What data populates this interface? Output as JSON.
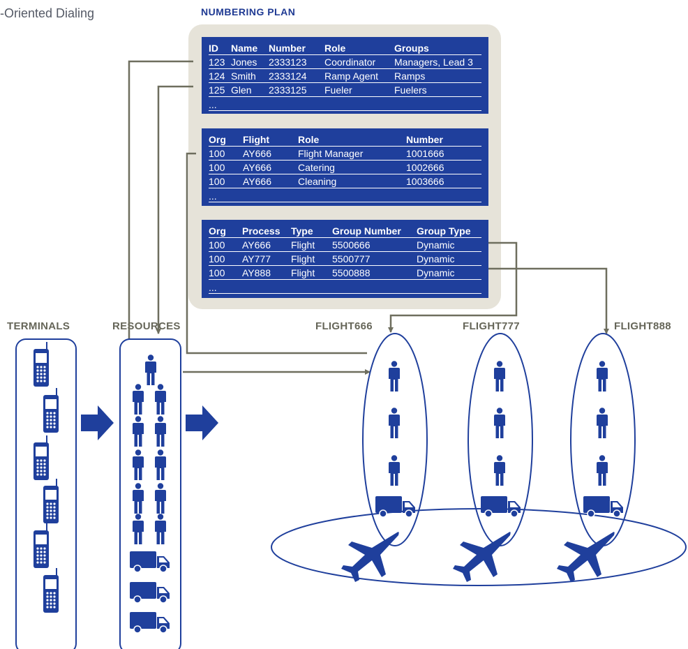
{
  "diagram_title": "-Oriented Dialing",
  "numbering_plan": {
    "title": "NUMBERING PLAN",
    "table1": {
      "columns": [
        "ID",
        "Name",
        "Number",
        "Role",
        "Groups"
      ],
      "rows": [
        [
          "123",
          "Jones",
          "2333123",
          "Coordinator",
          "Managers, Lead 3"
        ],
        [
          "124",
          "Smith",
          "2333124",
          "Ramp Agent",
          "Ramps"
        ],
        [
          "125",
          "Glen",
          "2333125",
          "Fueler",
          "Fuelers"
        ]
      ],
      "more": "..."
    },
    "table2": {
      "columns": [
        "Org",
        "Flight",
        "Role",
        "Number"
      ],
      "rows": [
        [
          "100",
          "AY666",
          "Flight Manager",
          "1001666"
        ],
        [
          "100",
          "AY666",
          "Catering",
          "1002666"
        ],
        [
          "100",
          "AY666",
          "Cleaning",
          "1003666"
        ]
      ],
      "more": "..."
    },
    "table3": {
      "columns": [
        "Org",
        "Process",
        "Type",
        "Group Number",
        "Group Type"
      ],
      "rows": [
        [
          "100",
          "AY666",
          "Flight",
          "5500666",
          "Dynamic"
        ],
        [
          "100",
          "AY777",
          "Flight",
          "5500777",
          "Dynamic"
        ],
        [
          "100",
          "AY888",
          "Flight",
          "5500888",
          "Dynamic"
        ]
      ],
      "more": "..."
    }
  },
  "sections": {
    "terminals": "TERMINALS",
    "resources": "RESOURCES",
    "flight666": "FLIGHT666",
    "flight777": "FLIGHT777",
    "flight888": "FLIGHT888"
  },
  "colors": {
    "table_blue": "#1f3f9c",
    "icon_blue": "#1f3f9c",
    "connector_gray": "#6e6e5e",
    "panel_beige": "#e6e3d9",
    "label_gray": "#666659"
  },
  "icons": [
    "mobile-phone-icon",
    "person-icon",
    "truck-icon",
    "airplane-icon",
    "arrow-right-icon"
  ]
}
